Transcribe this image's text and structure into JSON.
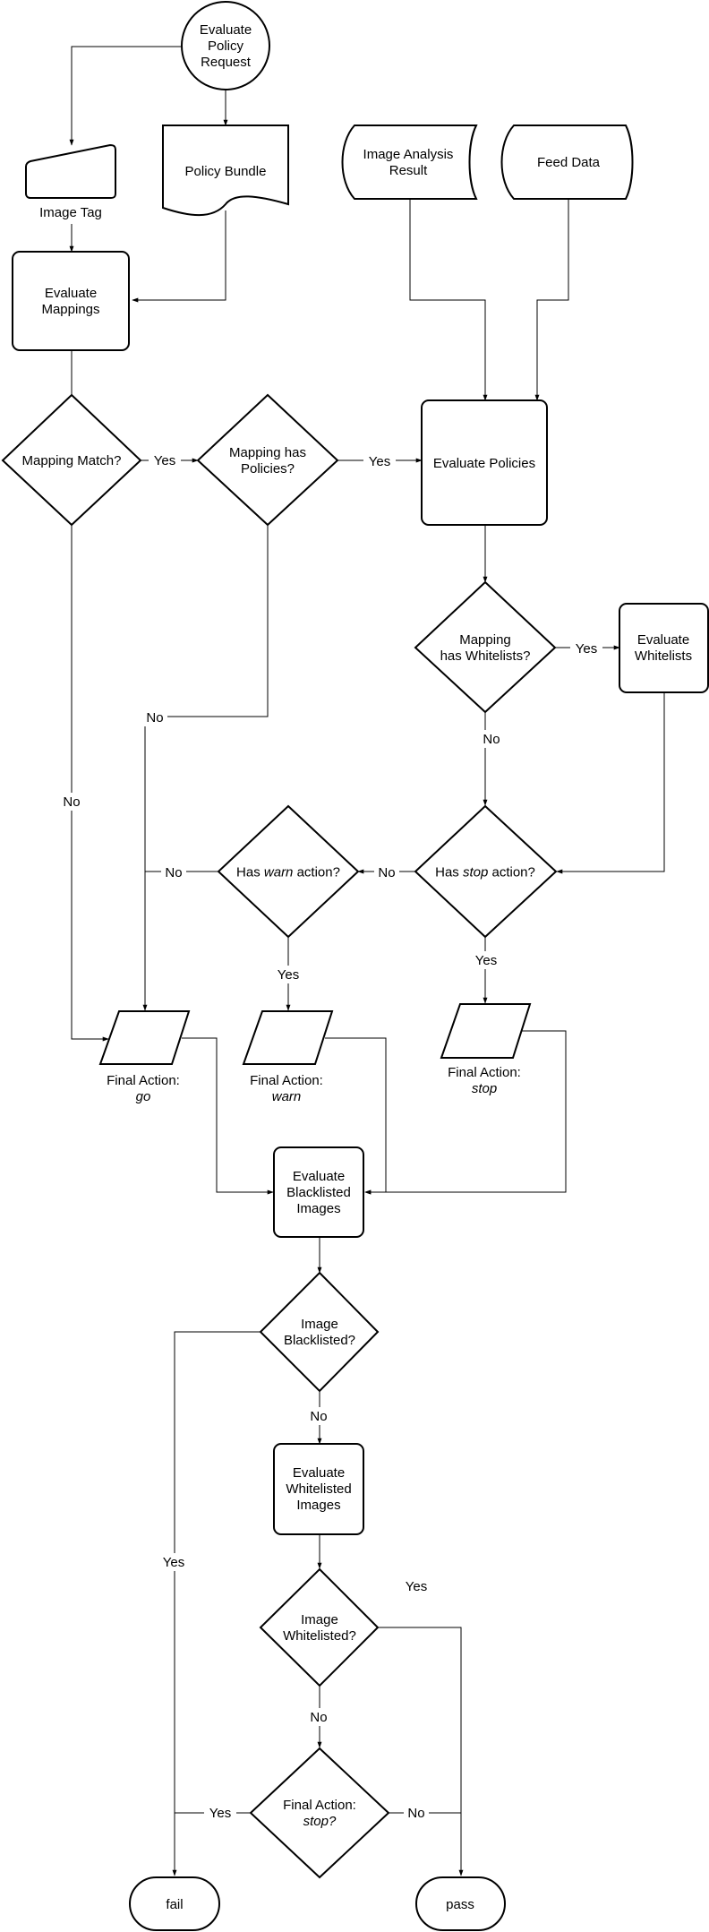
{
  "nodes": {
    "evaluate_policy_request": [
      "Evaluate",
      "Policy",
      "Request"
    ],
    "policy_bundle": [
      "Policy Bundle"
    ],
    "image_analysis_result": [
      "Image Analysis",
      "Result"
    ],
    "feed_data": [
      "Feed Data"
    ],
    "image_tag": [
      "Image Tag"
    ],
    "evaluate_mappings": [
      "Evaluate",
      "Mappings"
    ],
    "mapping_match": [
      "Mapping Match?"
    ],
    "mapping_has_policies": [
      "Mapping has",
      "Policies?"
    ],
    "evaluate_policies": [
      "Evaluate Policies"
    ],
    "mapping_has_whitelists": [
      "Mapping",
      "has Whitelists?"
    ],
    "evaluate_whitelists": [
      "Evaluate",
      "Whitelists"
    ],
    "has_stop_action": [
      [
        "Has "
      ],
      [
        "stop",
        "italic"
      ],
      [
        " action?"
      ]
    ],
    "has_warn_action": [
      [
        "Has "
      ],
      [
        "warn",
        "italic"
      ],
      [
        " action?"
      ]
    ],
    "final_action_go": [
      "Final Action:",
      "go"
    ],
    "final_action_warn": [
      "Final Action:",
      "warn"
    ],
    "final_action_stop": [
      "Final Action:",
      "stop"
    ],
    "evaluate_blacklisted_images": [
      "Evaluate",
      "Blacklisted",
      "Images"
    ],
    "image_blacklisted": [
      "Image",
      "Blacklisted?"
    ],
    "evaluate_whitelisted_images": [
      "Evaluate",
      "Whitelisted",
      "Images"
    ],
    "image_whitelisted": [
      "Image",
      "Whitelisted?"
    ],
    "final_action_stop_decision": [
      "Final Action:",
      "stop?"
    ],
    "fail": [
      "fail"
    ],
    "pass": [
      "pass"
    ]
  },
  "edge_labels": {
    "mapping_match_yes": "Yes",
    "mapping_match_no": "No",
    "has_policies_yes": "Yes",
    "has_policies_no": "No",
    "whitelists_yes": "Yes",
    "whitelists_no": "No",
    "stop_no": "No",
    "stop_yes": "Yes",
    "warn_no": "No",
    "warn_yes": "Yes",
    "blacklisted_no": "No",
    "blacklisted_yes": "Yes",
    "whitelisted_yes": "Yes",
    "whitelisted_no": "No",
    "final_stop_yes": "Yes",
    "final_stop_no": "No"
  }
}
